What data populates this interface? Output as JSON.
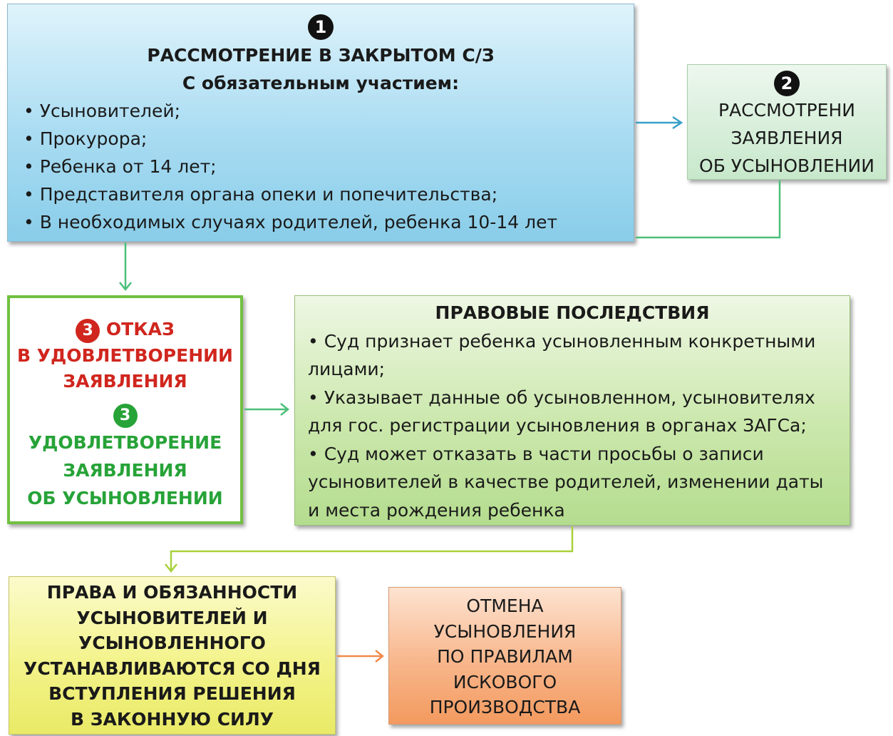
{
  "box1": {
    "number": "1",
    "title": "РАССМОТРЕНИЕ В ЗАКРЫТОМ С/З",
    "subtitle": "С обязательным участием:",
    "items": [
      "Усыновителей;",
      "Прокурора;",
      "Ребенка от 14 лет;",
      "Представителя органа опеки и попечительства;",
      "В необходимых случаях родителей, ребенка 10-14 лет"
    ]
  },
  "box2": {
    "number": "2",
    "lines": [
      "РАССМОТРЕНИ",
      "ЗАЯВЛЕНИЯ",
      "ОБ УСЫНОВЛЕНИИ"
    ]
  },
  "box3": {
    "refusal": {
      "number": "3",
      "lines": [
        "ОТКАЗ",
        "В УДОВЛЕТВОРЕНИИ",
        "ЗАЯВЛЕНИЯ"
      ]
    },
    "approval": {
      "number": "3",
      "lines": [
        "УДОВЛЕТВОРЕНИЕ",
        "ЗАЯВЛЕНИЯ",
        "ОБ УСЫНОВЛЕНИИ"
      ]
    }
  },
  "box4": {
    "title": "ПРАВОВЫЕ ПОСЛЕДСТВИЯ",
    "items": [
      "Суд признает ребенка усыновленным конкретными лицами;",
      "Указывает данные об усыновленном, усыновителях для гос. регистрации усыновления в органах ЗАГСа;",
      "Суд может отказать в части просьбы о записи усыновителей в качестве родителей, изменении даты и места рождения ребенка"
    ]
  },
  "box5": {
    "lines": [
      "ПРАВА И ОБЯЗАННОСТИ",
      "УСЫНОВИТЕЛЕЙ И",
      "УСЫНОВЛЕННОГО",
      "УСТАНАВЛИВАЮТСЯ СО ДНЯ",
      "ВСТУПЛЕНИЯ РЕШЕНИЯ",
      "В ЗАКОННУЮ СИЛУ"
    ]
  },
  "box6": {
    "lines": [
      "ОТМЕНА",
      "УСЫНОВЛЕНИЯ",
      "ПО ПРАВИЛАМ",
      "ИСКОВОГО",
      "ПРОИЗВОДСТВА"
    ]
  },
  "colors": {
    "refusal_red": "#d0261e",
    "approval_green": "#27a338",
    "arrow_blue": "#3aa0c8",
    "arrow_green": "#4cbf7a",
    "arrow_lime": "#a8d13a",
    "arrow_orange": "#f08a4b"
  }
}
